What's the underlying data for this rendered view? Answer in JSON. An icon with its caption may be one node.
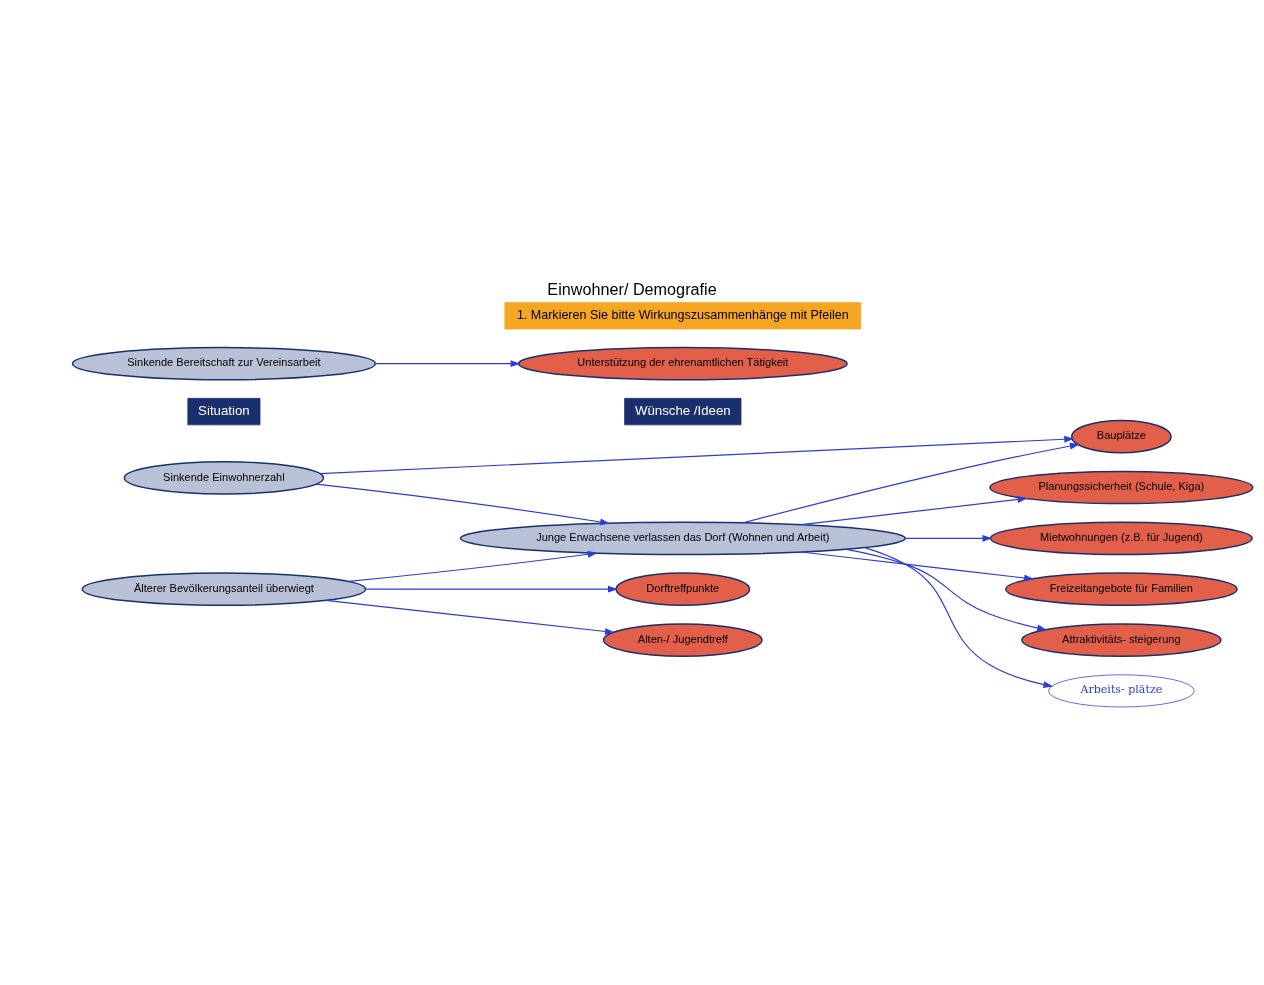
{
  "diagram": {
    "title": "Einwohner/ Demografie",
    "caption": "1. Markieren Sie bitte Wirkungszusammenhänge mit Pfeilen",
    "nodes": [
      {
        "text": [
          "Situation"
        ]
      },
      {
        "text": [
          "Wünsche /Ideen"
        ]
      },
      {
        "text": [
          "Sinkende Einwohnerzahl"
        ]
      },
      {
        "text": [
          "Junge Erwachsene verlassen das Dorf (Wohnen und Arbeit)"
        ]
      },
      {
        "text": [
          "Älterer Bevölkerungsanteil überwiegt"
        ]
      },
      {
        "text": [
          "Sinkende Bereitschaft zur Vereinsarbeit"
        ]
      },
      {
        "text": [
          "Mietwohnungen (z.B. für Jugend)"
        ]
      },
      {
        "text": [
          "Bauplätze"
        ]
      },
      {
        "text": [
          "Freizeitangebote für Familien"
        ]
      },
      {
        "text": [
          "Dorftreffpunkte"
        ]
      },
      {
        "text": [
          "Alten-/ Jugendtreff"
        ]
      },
      {
        "text": [
          "Unterstützung der ehrenamtlichen Tätigkeit"
        ]
      },
      {
        "text": [
          "Planungssicherheit (Schule, Kiga)"
        ]
      },
      {
        "text": [
          "Attraktivitäts- steigerung"
        ]
      },
      {
        "text": [
          "Arbeits- plätze"
        ]
      }
    ],
    "edges": [
      {
        "from": 2,
        "to": 7,
        "arrow": "to"
      },
      {
        "from": 2,
        "to": 3,
        "arrow": "to"
      },
      {
        "from": 4,
        "to": 3,
        "arrow": "to"
      },
      {
        "from": 3,
        "to": 6,
        "arrow": "to"
      },
      {
        "from": 3,
        "to": 7,
        "arrow": "to"
      },
      {
        "from": 3,
        "to": 8,
        "arrow": "to"
      },
      {
        "from": 3,
        "to": 12,
        "arrow": "to"
      },
      {
        "from": 3,
        "to": 13,
        "arrow": "to"
      },
      {
        "from": 3,
        "to": 14,
        "arrow": "to"
      },
      {
        "from": 4,
        "to": 10,
        "arrow": "to"
      },
      {
        "from": 4,
        "to": 9,
        "arrow": "to"
      },
      {
        "from": 5,
        "to": 11,
        "arrow": "to"
      }
    ]
  }
}
